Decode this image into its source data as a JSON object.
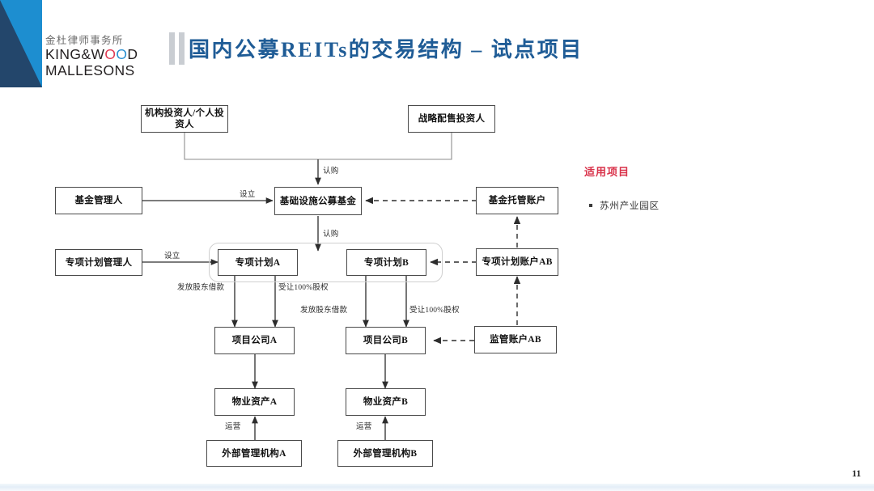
{
  "slide": {
    "page_number": "11",
    "title": "国内公募REITs的交易结构 – 试点项目",
    "accent_color": "#1f5c96",
    "red_accent": "#d9324a"
  },
  "logo": {
    "cn": "金杜律师事务所",
    "en_line1_a": "KING&W",
    "en_line1_o1": "O",
    "en_line1_o2": "O",
    "en_line1_b": "D",
    "en_line2": "MALLESONS"
  },
  "applicable": {
    "heading": "适用项目",
    "items": [
      "苏州产业园区"
    ]
  },
  "nodes": {
    "institutional_investors": "机构投资人/个人投资人",
    "strategic_investors": "战略配售投资人",
    "fund_manager": "基金管理人",
    "public_fund": "基础设施公募基金",
    "fund_custody_account": "基金托管账户",
    "abs_manager": "专项计划管理人",
    "abs_plan_a": "专项计划A",
    "abs_plan_b": "专项计划B",
    "abs_account_ab": "专项计划账户AB",
    "project_company_a": "项目公司A",
    "project_company_b": "项目公司B",
    "supervision_account_ab": "监管账户AB",
    "property_asset_a": "物业资产A",
    "property_asset_b": "物业资产B",
    "external_manager_a": "外部管理机构A",
    "external_manager_b": "外部管理机构B"
  },
  "edge_labels": {
    "subscribe_top": "认购",
    "establish_fund": "设立",
    "subscribe_mid": "认购",
    "establish_abs": "设立",
    "loan_a": "发放股东借款",
    "equity_a": "受让100%股权",
    "loan_b": "发放股东借款",
    "equity_b": "受让100%股权",
    "operate_a": "运营",
    "operate_b": "运营"
  }
}
